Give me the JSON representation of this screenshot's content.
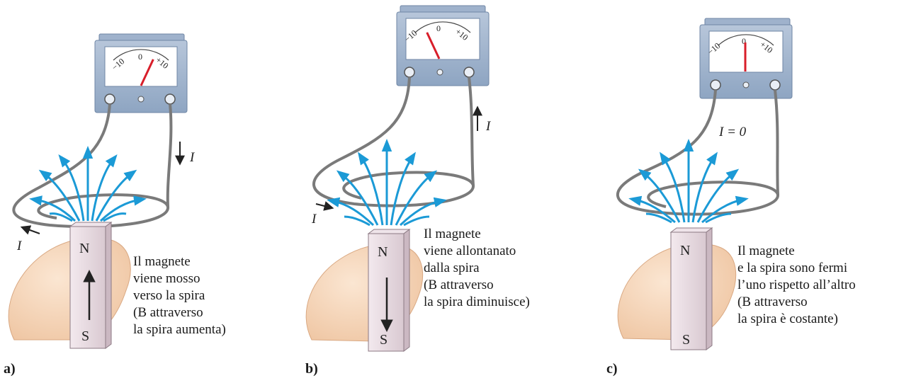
{
  "panels": [
    {
      "label": "a)",
      "meter": {
        "scale_min": "−10",
        "scale_zero": "0",
        "scale_max": "+10",
        "reading": 5
      },
      "current_labels": [
        "I",
        "I"
      ],
      "magnet": {
        "north": "N",
        "south": "S",
        "motion": "toward-loop"
      },
      "caption": [
        "Il magnete",
        "viene mosso",
        "verso la spira",
        "(B attraverso",
        "la spira aumenta)"
      ]
    },
    {
      "label": "b)",
      "meter": {
        "scale_min": "−10",
        "scale_zero": "0",
        "scale_max": "+10",
        "reading": -5
      },
      "current_labels": [
        "I",
        "I"
      ],
      "magnet": {
        "north": "N",
        "south": "S",
        "motion": "away-from-loop"
      },
      "caption": [
        "Il magnete",
        "viene allontanato",
        "dalla spira",
        "(B attraverso",
        "la spira diminuisce)"
      ]
    },
    {
      "label": "c)",
      "meter": {
        "scale_min": "−10",
        "scale_zero": "0",
        "scale_max": "+10",
        "reading": 0
      },
      "current_labels": [
        "I = 0"
      ],
      "magnet": {
        "north": "N",
        "south": "S",
        "motion": "none"
      },
      "caption": [
        "Il magnete",
        "e la spira sono fermi",
        "l’uno rispetto all’altro",
        "(B attraverso",
        "la spira è costante)"
      ]
    }
  ],
  "colors": {
    "field_lines": "#1b9ad6",
    "meter_body": "#8fa6c3",
    "meter_face": "#ffffff",
    "needle": "#d81e2a",
    "wire": "#7a7a7a",
    "magnet": "#e9dde3",
    "hand": "#f6d6b8"
  }
}
